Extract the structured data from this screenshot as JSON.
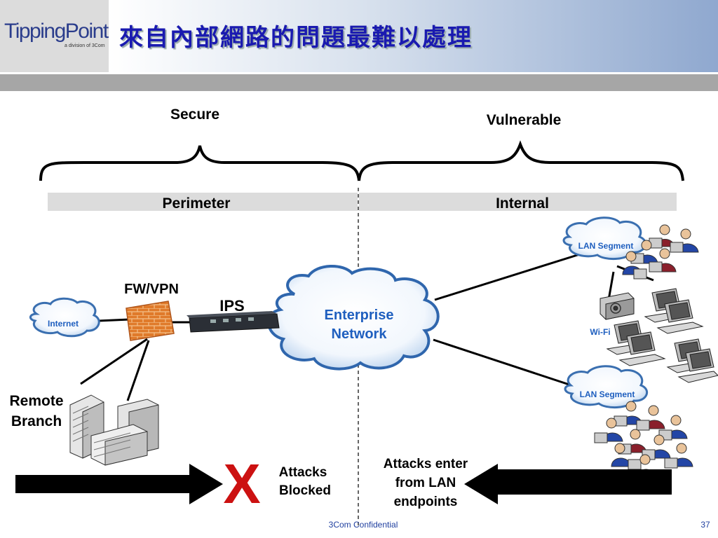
{
  "header": {
    "logo_text": "TippingPoint",
    "logo_sub": "a division of 3Com",
    "title": "來自內部網路的問題最難以處理"
  },
  "diagram": {
    "secure": "Secure",
    "vulnerable": "Vulnerable",
    "perimeter": "Perimeter",
    "internal": "Internal",
    "fw_vpn": "FW/VPN",
    "ips": "IPS",
    "internet": "Internet",
    "enterprise_line1": "Enterprise",
    "enterprise_line2": "Network",
    "lan_segment_1": "LAN Segment",
    "lan_segment_2": "LAN Segment",
    "wifi": "Wi-Fi",
    "remote_line1": "Remote",
    "remote_line2": "Branch",
    "x_mark": "X",
    "blocked_line1": "Attacks",
    "blocked_line2": "Blocked",
    "enter_line1": "Attacks enter",
    "enter_line2": "from LAN",
    "enter_line3": "endpoints"
  },
  "footer": {
    "confidential": "3Com Confidential",
    "page_number": "37"
  },
  "colors": {
    "title": "#1a1ab0",
    "enterprise_text": "#1f5fbf",
    "x_mark": "#cc1111"
  }
}
